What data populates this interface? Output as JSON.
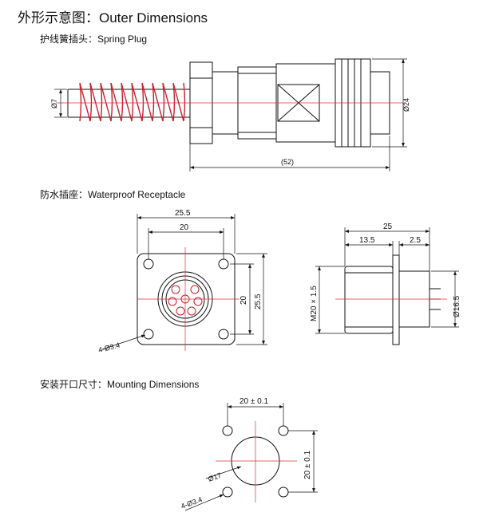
{
  "title": "外形示意图：Outer Dimensions",
  "sections": {
    "spring_plug": "护线簧插头：Spring Plug",
    "receptacle": "防水插座：Waterproof Receptacle",
    "mounting": "安装开口尺寸：Mounting Dimensions"
  },
  "plug_dims": {
    "cable_dia": "Ø7",
    "body_dia": "Ø24",
    "length": "(52)"
  },
  "front_dims": {
    "outer_w": "25.5",
    "inner_w": "20",
    "inner_h": "20",
    "outer_h": "25.5",
    "holes": "4-Ø3.4"
  },
  "side_dims": {
    "total": "25",
    "body": "13.5",
    "flange": "2.5",
    "thread": "M20 × 1.5",
    "pin_dia": "Ø16.5"
  },
  "mount_dims": {
    "spacing_x": "20 ± 0.1",
    "spacing_y": "20 ± 0.1",
    "hole_dia": "Ø17",
    "holes": "4-Ø3.4"
  },
  "colors": {
    "line": "#111111",
    "accent": "#e0303a",
    "spring": "#c8202c"
  }
}
